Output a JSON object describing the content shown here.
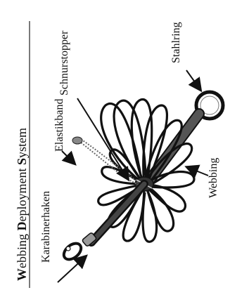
{
  "title": {
    "parts": [
      {
        "b": "W",
        "t": "ebbing "
      },
      {
        "b": "D",
        "t": "eployment "
      },
      {
        "b": "S",
        "t": "ystem"
      }
    ]
  },
  "labels": {
    "karabinerhaken": "Karabinerhaken",
    "elastikband": "Elastikband",
    "schnurstopper": "Schnurstopper",
    "stahlring": "Stahlring",
    "webbing": "Webbing"
  }
}
